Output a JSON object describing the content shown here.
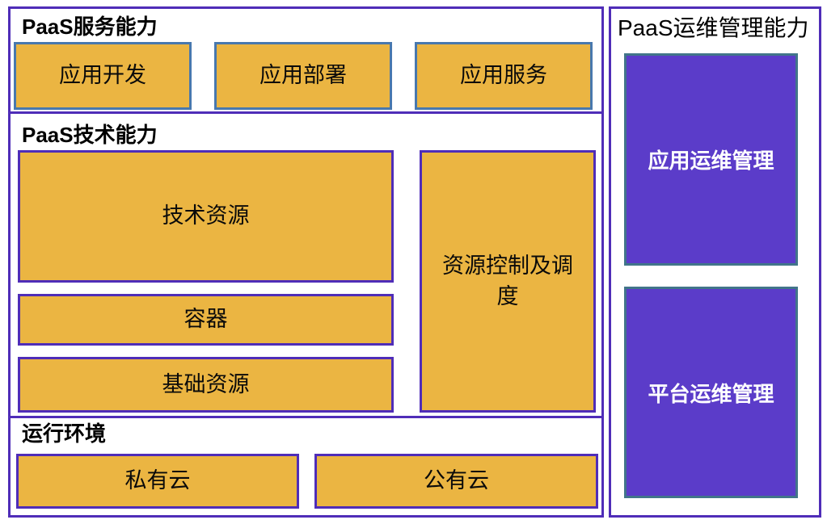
{
  "diagram": {
    "left_panel": {
      "service_section": {
        "title": "PaaS服务能力",
        "boxes": [
          {
            "label": "应用开发"
          },
          {
            "label": "应用部署"
          },
          {
            "label": "应用服务"
          }
        ]
      },
      "tech_section": {
        "title": "PaaS技术能力",
        "stack_boxes": [
          {
            "label": "技术资源"
          },
          {
            "label": "容器"
          },
          {
            "label": "基础资源"
          }
        ],
        "side_box": {
          "label": "资源控制及调度"
        }
      },
      "runtime_section": {
        "title": "运行环境",
        "boxes": [
          {
            "label": "私有云"
          },
          {
            "label": "公有云"
          }
        ]
      }
    },
    "right_panel": {
      "title": "PaaS运维管理能力",
      "boxes": [
        {
          "label": "应用运维管理"
        },
        {
          "label": "平台运维管理"
        }
      ]
    },
    "colors": {
      "orange_fill": "#EBB542",
      "purple_border": "#4F2DB8",
      "blue_border": "#4878AE",
      "purple_fill": "#5B3CC9",
      "teal_border": "#41758A",
      "text_dark": "#000000",
      "text_light": "#FFFFFF"
    }
  }
}
